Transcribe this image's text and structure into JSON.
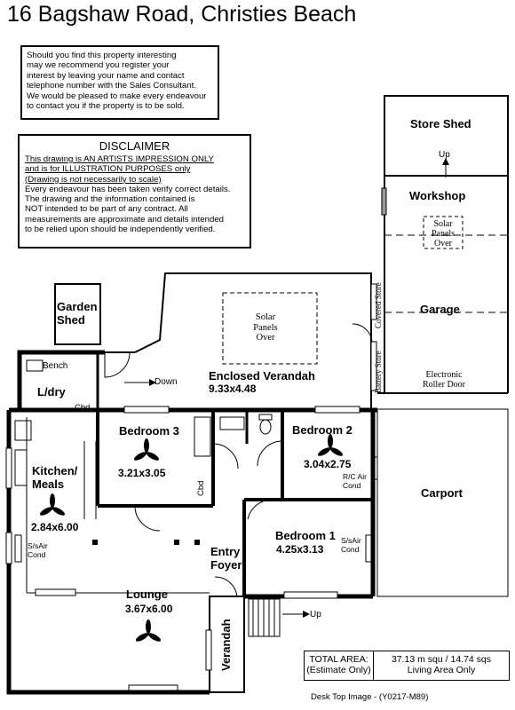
{
  "title": "16 Bagshaw Road, Christies Beach",
  "notice": {
    "lines": [
      "Should you find this property interesting",
      "may we recommend you register your",
      "interest by leaving your name and contact",
      "telephone number with the Sales Consultant.",
      "We would be pleased to make every endeavour",
      "to contact you if the property is to be sold."
    ]
  },
  "disclaimer": {
    "heading": "DISCLAIMER",
    "underlined": [
      "This drawing is AN ARTISTS IMPRESSION ONLY",
      "and is for ILLUSTRATION PURPOSES only",
      "(Drawing is not necessarily to scale)"
    ],
    "body": [
      "Every endeavour has been taken verify correct details.",
      "The drawing and the information contained is",
      "NOT intended to be part of any contract.  All",
      "measurements are approximate and details intended",
      "to be relied upon should be independently verified."
    ]
  },
  "rooms": {
    "store_shed": "Store Shed",
    "workshop": "Workshop",
    "garage": "Garage",
    "carport": "Carport",
    "garden_shed_1": "Garden",
    "garden_shed_2": "Shed",
    "ldry": "L/dry",
    "enclosed_verandah": "Enclosed Verandah",
    "enclosed_verandah_dim": "9.33x4.48",
    "bedroom3": "Bedroom 3",
    "bedroom3_dim": "3.21x3.05",
    "bedroom2": "Bedroom 2",
    "bedroom2_dim": "3.04x2.75",
    "bedroom1": "Bedroom 1",
    "bedroom1_dim": "4.25x3.13",
    "kitchen_1": "Kitchen/",
    "kitchen_2": "Meals",
    "kitchen_dim": "2.84x6.00",
    "entry_1": "Entry",
    "entry_2": "Foyer",
    "lounge": "Lounge",
    "lounge_dim": "3.67x6.00",
    "verandah": "Verandah"
  },
  "labels": {
    "up_store": "Up",
    "up_steps": "Up",
    "down": "Down",
    "bench": "Bench",
    "cbd_ldry": "Cbd",
    "cbd_hall": "Cbd",
    "covered_store": "Covered Store",
    "battery_store": "Battery Store",
    "electronic_1": "Electronic",
    "electronic_2": "Roller Door",
    "solar_small_1": "Solar",
    "solar_small_2": "Panels",
    "solar_small_3": "Over",
    "solar_big_1": "Solar",
    "solar_big_2": "Panels",
    "solar_big_3": "Over",
    "rc_air_1": "R/C Air",
    "rc_air_2": "Cond",
    "ss_air_b1_1": "S/sAir",
    "ss_air_b1_2": "Cond",
    "ss_air_k_1": "S/sAir",
    "ss_air_k_2": "Cond"
  },
  "area": {
    "label_1": "TOTAL AREA:",
    "label_2": "(Estimate Only)",
    "value_1": "37.13 m squ /  14.74 sqs",
    "value_2": "Living Area Only"
  },
  "footer": "Desk Top Image - (Y0217-M89)"
}
